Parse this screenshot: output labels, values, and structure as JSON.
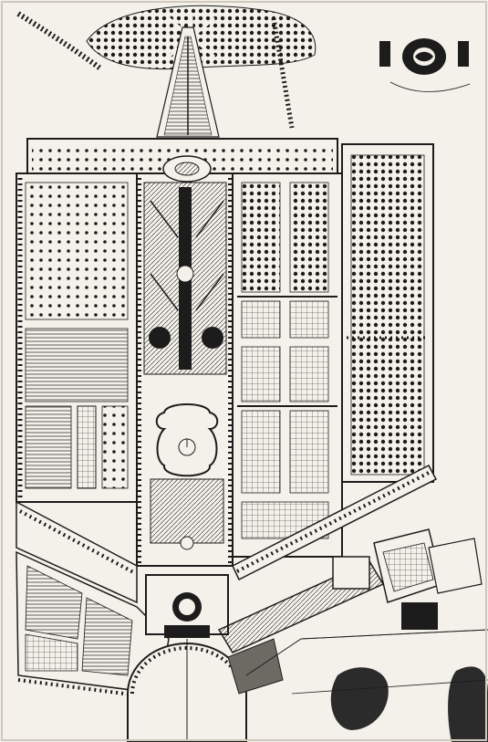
{
  "cartouche": {
    "dedication_text": "",
    "has_coat_of_arms": true
  },
  "colors": {
    "paper": "#f4f1ea",
    "ink": "#1c1c1c",
    "shade": "#6d6a64"
  },
  "features": [
    "tree-avenue-north",
    "star-shaped-bosquet",
    "central-axis-avenue",
    "parterre-de-broderie",
    "oval-basin",
    "quatrefoil-basin",
    "west-orchard-quarters",
    "east-kitchen-garden-quarters",
    "east-tree-grove",
    "south-bastions",
    "semicircular-forecourt",
    "pavilion",
    "outbuildings",
    "water-pond"
  ]
}
